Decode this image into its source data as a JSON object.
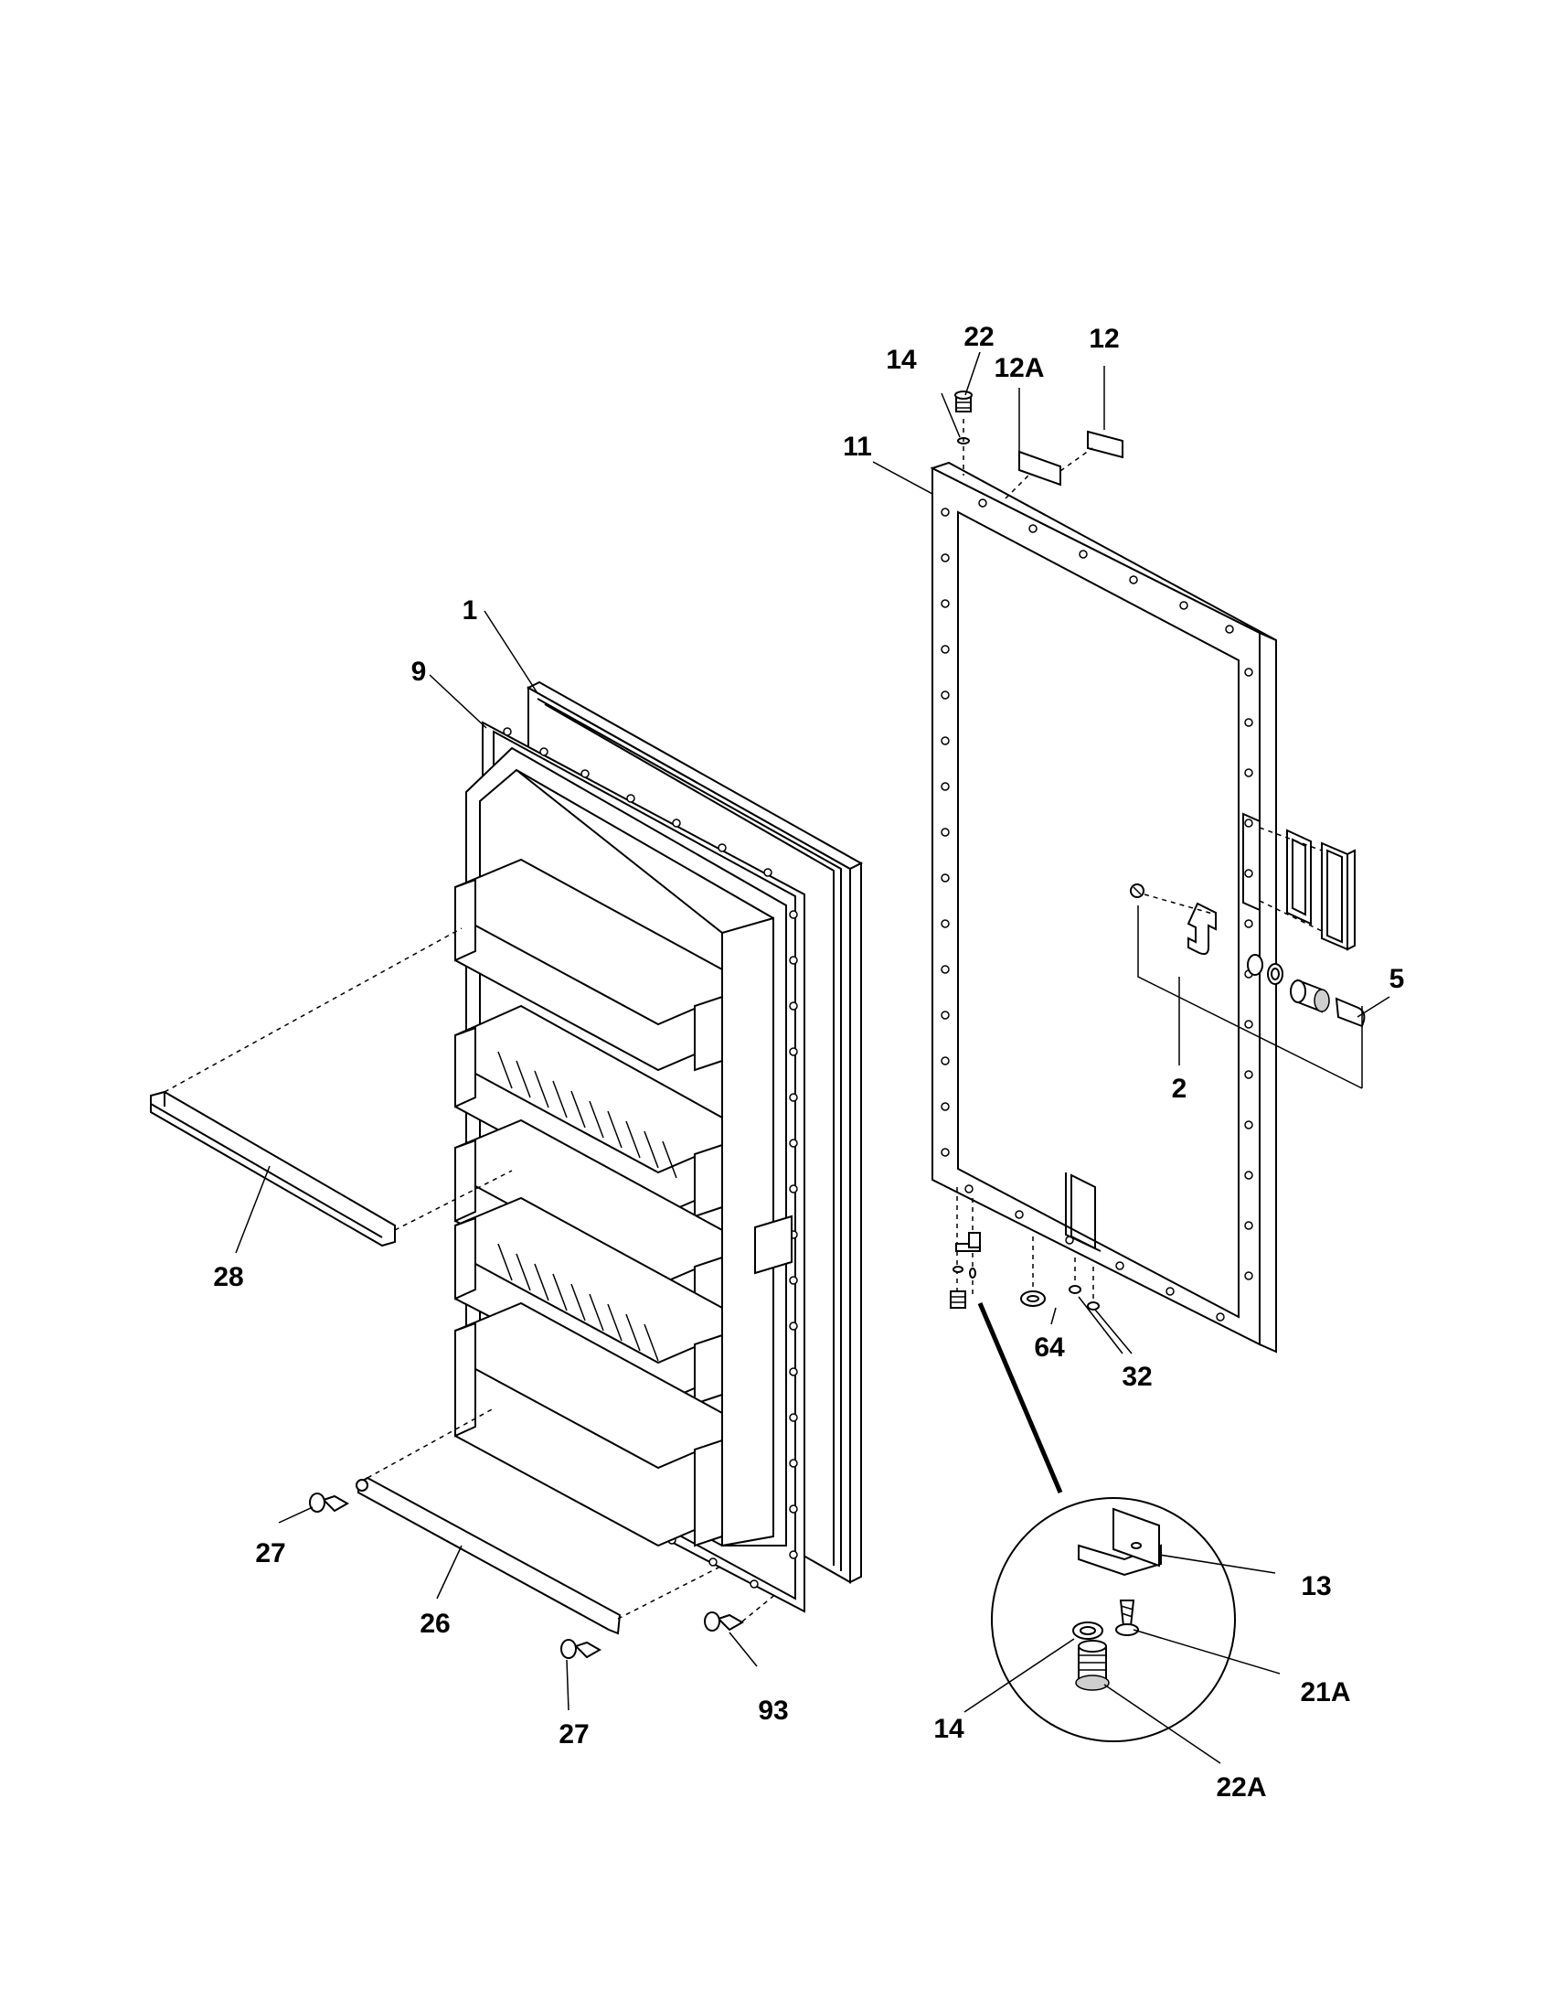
{
  "labels": {
    "p1": "1",
    "p2": "2",
    "p5": "5",
    "p9": "9",
    "p11": "11",
    "p12": "12",
    "p12a": "12A",
    "p13": "13",
    "p14_top": "14",
    "p14_detail": "14",
    "p21a": "21A",
    "p22": "22",
    "p22a": "22A",
    "p26": "26",
    "p27_upper": "27",
    "p27_lower": "27",
    "p28": "28",
    "p32": "32",
    "p64": "64",
    "p93": "93"
  }
}
